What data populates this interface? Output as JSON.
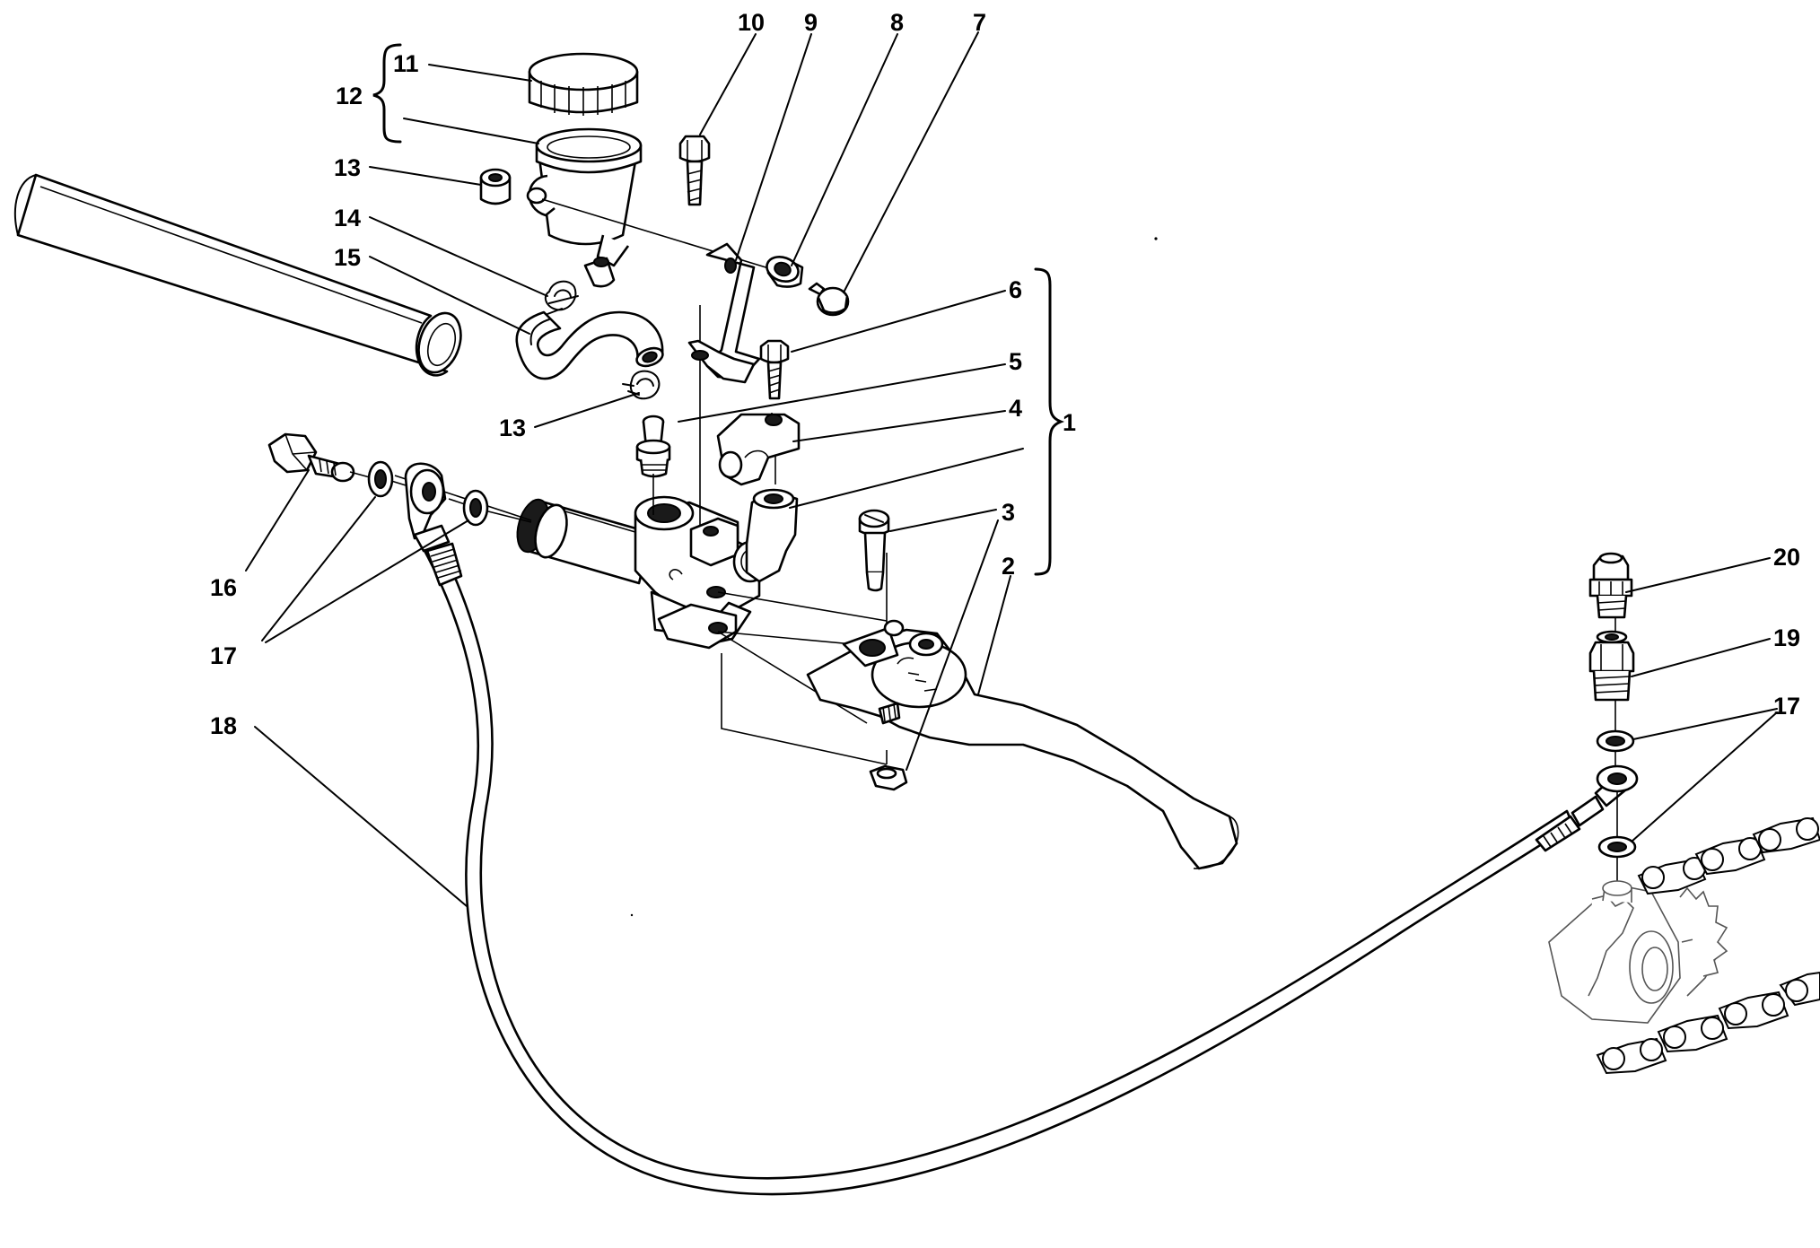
{
  "callouts": {
    "p1": "1",
    "p2": "2",
    "p3": "3",
    "p4": "4",
    "p5": "5",
    "p6": "6",
    "p7": "7",
    "p8": "8",
    "p9": "9",
    "p10": "10",
    "p11": "11",
    "p12": "12",
    "p13_top": "13",
    "p13_bottom": "13",
    "p14": "14",
    "p15": "15",
    "p16": "16",
    "p17_left": "17",
    "p17_right": "17",
    "p18": "18",
    "p19": "19",
    "p20": "20"
  }
}
